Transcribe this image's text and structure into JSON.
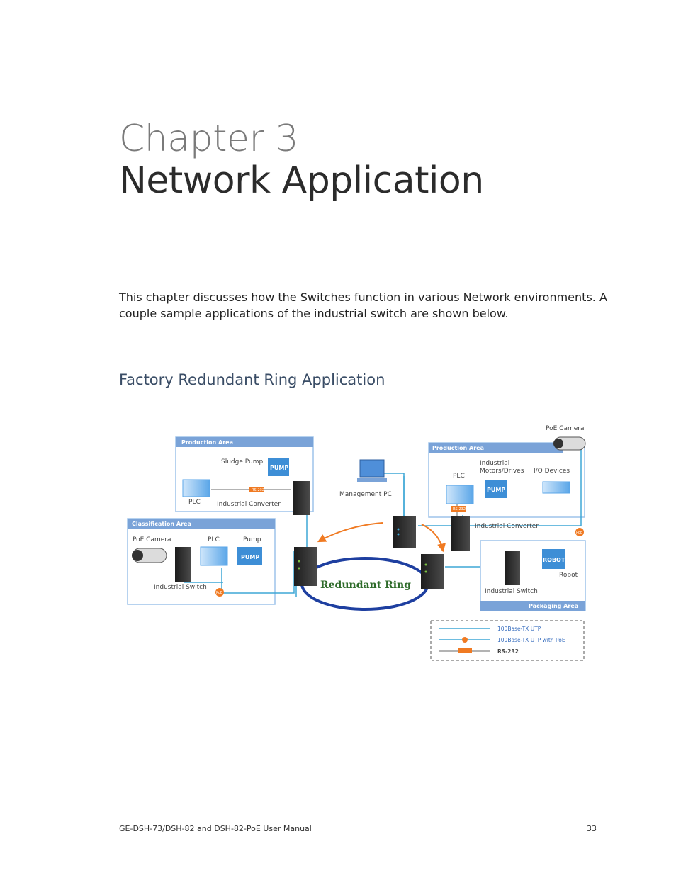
{
  "chapter": {
    "number_label": "Chapter 3",
    "title": "Network Application"
  },
  "intro": "This chapter discusses how the Switches function in various Network environments. A couple sample applications of the industrial switch are shown below.",
  "section": {
    "heading": "Factory Redundant Ring Application"
  },
  "diagram": {
    "areas": {
      "production_left": "Production Area",
      "production_right": "Production Area",
      "classification": "Classification Area",
      "packaging": "Packaging Area"
    },
    "labels": {
      "sludge_pump": "Sludge Pump",
      "plc_top_left": "PLC",
      "industrial_converter_left": "Industrial  Converter",
      "management_pc": "Management PC",
      "poe_camera_top": "PoE Camera",
      "plc_right": "PLC",
      "motors_line1": "Industrial",
      "motors_line2": "Motors/Drives",
      "io_devices": "I/O Devices",
      "industrial_converter_right": "Industrial Converter",
      "poe_camera_left": "PoE Camera",
      "plc_class": "PLC",
      "pump_class": "Pump",
      "industrial_switch_left": "Industrial Switch",
      "robot": "Robot",
      "industrial_switch_right": "Industrial Switch",
      "redundant_ring": "Redundant  Ring",
      "pump_box": "PUMP",
      "robot_box": "ROBOT",
      "rs232_tag": "RS-232",
      "poe_tag": "PoE"
    },
    "legend": [
      {
        "label": "100Base-TX UTP"
      },
      {
        "label": "100Base-TX UTP with PoE"
      },
      {
        "label": "RS-232"
      }
    ],
    "colors": {
      "utp": "#3ea7d6",
      "rs232": "#9a9a9a",
      "poe": "#f07a22",
      "area_header": "#7aa3d8",
      "ring": "#1e3fa0"
    }
  },
  "footer": {
    "manual": "GE-DSH-73/DSH-82 and DSH-82-PoE User Manual",
    "page": "33"
  }
}
